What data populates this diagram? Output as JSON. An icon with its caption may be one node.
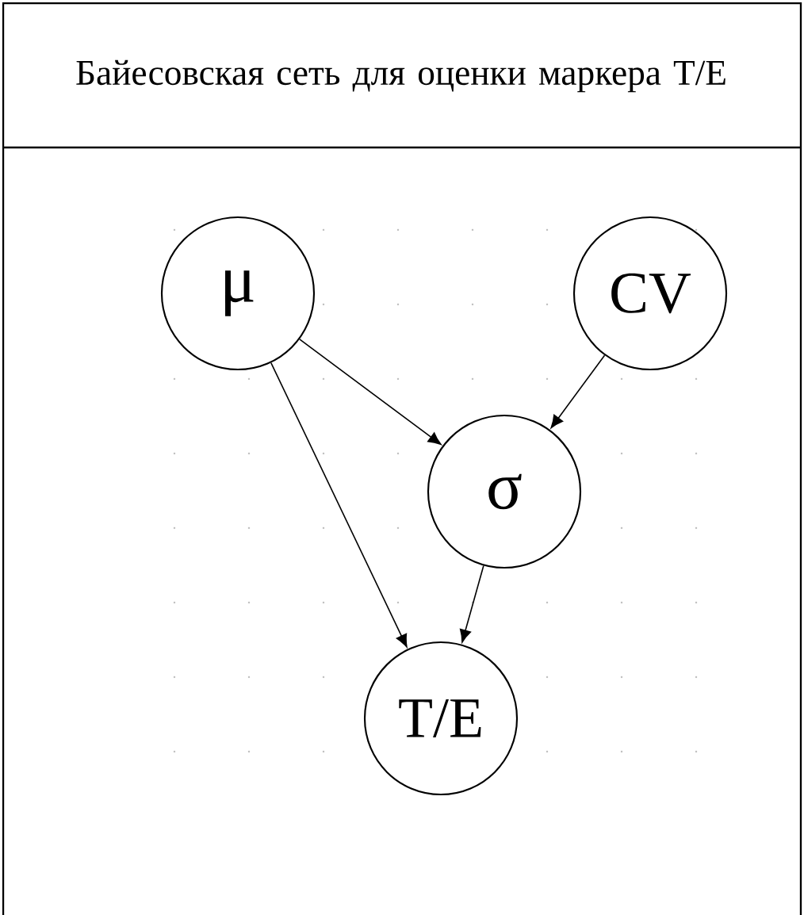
{
  "diagram": {
    "title": "Байесовская сеть для оценки маркера T/E",
    "nodes": [
      {
        "text": [
          "μ"
        ]
      },
      {
        "text": [
          "CV"
        ]
      },
      {
        "text": [
          "σ"
        ]
      },
      {
        "text": [
          "T/E"
        ]
      }
    ],
    "edges": [
      {
        "from": 0,
        "to": 2,
        "arrow": "to"
      },
      {
        "from": 1,
        "to": 2,
        "arrow": "to"
      },
      {
        "from": 0,
        "to": 3,
        "arrow": "to"
      },
      {
        "from": 2,
        "to": 3,
        "arrow": "to"
      }
    ]
  }
}
